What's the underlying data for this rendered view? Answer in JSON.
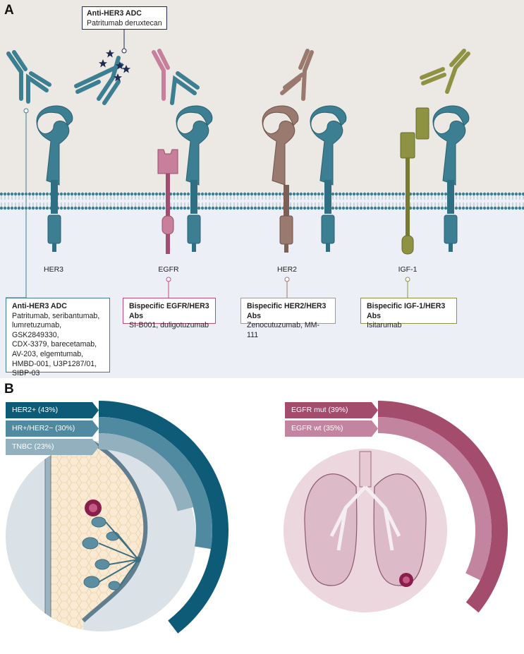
{
  "panel_a": {
    "letter": "A",
    "adc_top": {
      "title": "Anti-HER3 ADC",
      "drug": "Patritumab deruxtecan"
    },
    "receptor_labels": {
      "her3": "HER3",
      "egfr": "EGFR",
      "her2": "HER2",
      "igf1": "IGF-1"
    },
    "boxes": {
      "anti_her3_adc": {
        "title": "Anti-HER3 ADC",
        "items": "Patritumab, seribantumab,\nlumretuzumab, GSK2849330,\nCDX-3379, barecetamab,\nAV-203, elgemtumab,\nHMBD-001, U3P1287/01,\nSIBP-03"
      },
      "egfr_her3": {
        "title": "Bispecific EGFR/HER3 Abs",
        "items": "SI-B001, duligotuzumab"
      },
      "her2_her3": {
        "title": "Bispecific HER2/HER3 Abs",
        "items": "Zenocutuzumab, MM-111"
      },
      "igf1_her3": {
        "title": "Bispecific IGF-1/HER3 Abs",
        "items": "Isitarumab"
      }
    },
    "colors": {
      "her3": "#3c7f93",
      "egfr": "#c87f9c",
      "her2": "#9a7a6e",
      "igf1": "#8e9343",
      "adc_star": "#1d2b4f"
    }
  },
  "panel_b": {
    "letter": "B",
    "breast": {
      "bands": [
        {
          "label": "HER2+ (43%)",
          "pct": 43,
          "color": "#0e5b78"
        },
        {
          "label": "HR+/HER2− (30%)",
          "pct": 30,
          "color": "#4f8aa0"
        },
        {
          "label": "TNBC (23%)",
          "pct": 23,
          "color": "#92b0bd"
        }
      ]
    },
    "lung": {
      "bands": [
        {
          "label": "EGFR mut (39%)",
          "pct": 39,
          "color": "#a34c6c"
        },
        {
          "label": "EGFR wt (35%)",
          "pct": 35,
          "color": "#c384a0"
        }
      ]
    }
  }
}
